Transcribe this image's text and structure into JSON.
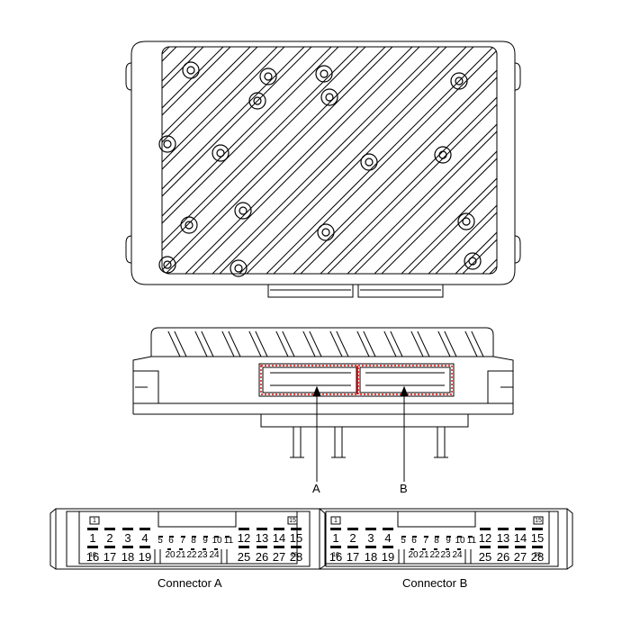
{
  "callouts": {
    "a": "A",
    "b": "B"
  },
  "connectors": [
    {
      "caption": "Connector A",
      "top_big": [
        "1",
        "2",
        "3",
        "4"
      ],
      "mid_small": [
        "5",
        "6",
        "7",
        "8",
        "9",
        "10",
        "11"
      ],
      "top_right": [
        "12",
        "13",
        "14",
        "15"
      ],
      "bot_left": [
        "16",
        "17",
        "18",
        "19"
      ],
      "bot_small": [
        "20",
        "21",
        "22",
        "23",
        "24"
      ],
      "bot_right": [
        "25",
        "26",
        "27",
        "28"
      ],
      "corner_marks": [
        "1",
        "15",
        "16",
        "28"
      ]
    },
    {
      "caption": "Connector B",
      "top_big": [
        "1",
        "2",
        "3",
        "4"
      ],
      "mid_small": [
        "5",
        "6",
        "7",
        "8",
        "9",
        "10",
        "11"
      ],
      "top_right": [
        "12",
        "13",
        "14",
        "15"
      ],
      "bot_left": [
        "16",
        "17",
        "18",
        "19"
      ],
      "bot_small": [
        "20",
        "21",
        "22",
        "23",
        "24"
      ],
      "bot_right": [
        "25",
        "26",
        "27",
        "28"
      ],
      "corner_marks": [
        "1",
        "15",
        "16",
        "28"
      ]
    }
  ]
}
